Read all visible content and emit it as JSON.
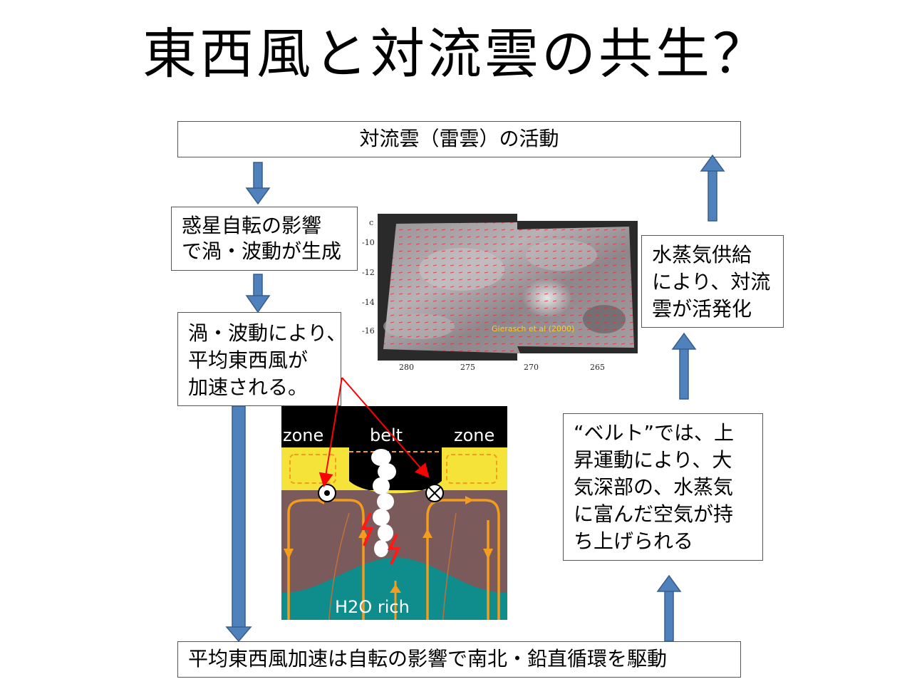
{
  "title": "東西風と対流雲の共生？",
  "boxes": {
    "top": "対流雲（雷雲）の活動",
    "rotation": [
      "惑星自転の影響",
      "で渦・波動が生成"
    ],
    "vortex": [
      "渦・波動により、",
      "平均東西風が",
      "加速される。"
    ],
    "vapor": [
      "水蒸気供給",
      "により、対流",
      "雲が活発化"
    ],
    "belt": [
      "“ベルト”では、上",
      "昇運動により、大",
      "気深部の、水蒸気",
      "に富んだ空気が持",
      "ち上げられる"
    ],
    "bottom": "平均東西風加速は自転の影響で南北・鉛直循環を駆動"
  },
  "plot": {
    "credit": "Gierasch et al (2000)",
    "y_ticks": [
      "-10",
      "-12",
      "-14",
      "-16"
    ],
    "x_ticks": [
      "280",
      "275",
      "270",
      "265"
    ],
    "corner_mark": "c"
  },
  "cross_section": {
    "labels": {
      "zone_left": "zone",
      "belt": "belt",
      "zone_right": "zone",
      "deep": "H2O rich"
    }
  },
  "colors": {
    "arrow_blue": "#4f81bd",
    "arrow_blue_dark": "#385d8a",
    "zone_yellow": "#f5e33a",
    "belt_black": "#000000",
    "mid_brown": "#7a5a5a",
    "deep_teal": "#0f8c8c",
    "flow_orange": "#f39c1e",
    "lightning_red": "#ff1a1a",
    "credit_yellow": "#f0d21e"
  }
}
